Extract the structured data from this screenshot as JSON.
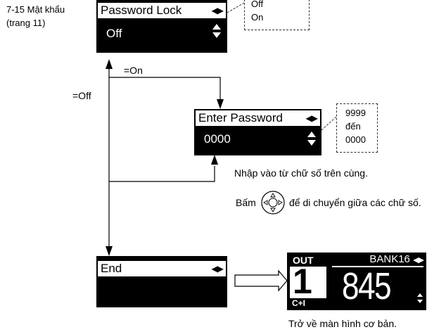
{
  "ref": {
    "line1": "7-15 Mật khẩu",
    "line2": "(trang 11)"
  },
  "password_lock": {
    "title": "Password Lock",
    "value": "Off",
    "options": [
      "Off",
      "On"
    ]
  },
  "branch_on": "=On",
  "branch_off": "=Off",
  "enter_password": {
    "title": "Enter Password",
    "value": "0000",
    "range": [
      "9999",
      "đến",
      "0000"
    ]
  },
  "note_input": "Nhập vào từ chữ số trên cùng.",
  "note_move": {
    "before": "Bấm",
    "after": "để di chuyển giữa các chữ số."
  },
  "end_screen": {
    "title": "End"
  },
  "basic_screen": {
    "out": "OUT",
    "channel": "1",
    "mode": "C+I",
    "bank": "BANK16",
    "value": "845"
  },
  "note_return": "Trở về màn hình cơ bản."
}
